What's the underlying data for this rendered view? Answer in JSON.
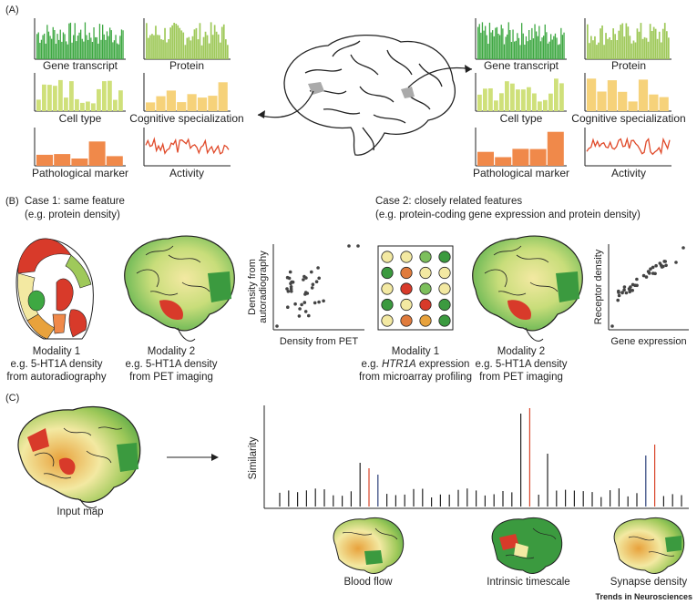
{
  "panels": {
    "a": {
      "label": "(A)",
      "features": [
        "Gene transcript",
        "Protein",
        "Cell type",
        "Cognitive specialization",
        "Pathological marker",
        "Activity"
      ]
    },
    "b": {
      "label": "(B)",
      "case1_title": "Case 1: same feature",
      "case1_sub": "(e.g. protein density)",
      "case2_title": "Case 2: closely related features",
      "case2_sub": "(e.g. protein-coding gene expression and protein density)",
      "case1": {
        "m1_title": "Modality 1",
        "m1_l2": "e.g. 5-HT1A density",
        "m1_l3": "from autoradiography",
        "m2_title": "Modality 2",
        "m2_l2": "e.g. 5-HT1A density",
        "m2_l3": "from PET imaging",
        "scatter_xlabel": "Density from PET",
        "scatter_ylabel_1": "Density from",
        "scatter_ylabel_2": "autoradiography"
      },
      "case2": {
        "m1_title": "Modality 1",
        "m1_l2_pre": "e.g. ",
        "m1_l2_gene": "HTR1A",
        "m1_l2_post": " expression",
        "m1_l3": "from microarray profiling",
        "m2_title": "Modality 2",
        "m2_l2": "e.g. 5-HT1A density",
        "m2_l3": "from PET imaging",
        "scatter_xlabel": "Gene expression",
        "scatter_ylabel": "Receptor density"
      }
    },
    "c": {
      "label": "(C)",
      "input_label": "Input map",
      "ylabel": "Similarity",
      "annotations": [
        "Blood flow",
        "Intrinsic timescale",
        "Synapse density"
      ]
    }
  },
  "microarray_grid": [
    [
      "#f3e9a2",
      "#f3e9a2",
      "#7cbf5c",
      "#3b9a3f"
    ],
    [
      "#3b9a3f",
      "#e07b3c",
      "#f3e9a2",
      "#f3e9a2"
    ],
    [
      "#f3e9a2",
      "#d83a2a",
      "#7cbf5c",
      "#f3e9a2"
    ],
    [
      "#3b9a3f",
      "#f3e9a2",
      "#d83a2a",
      "#3b9a3f"
    ],
    [
      "#f3e9a2",
      "#e07b3c",
      "#e8a23c",
      "#3b9a3f"
    ]
  ],
  "colors": {
    "gene": "#3ea842",
    "protein": "#9fc95a",
    "celltype": "#cfe07a",
    "cognitive": "#f6d27a",
    "pathological": "#f0894a",
    "activity": "#e04a2a",
    "red_stem": "#d8452a",
    "blue_stem": "#2b3f7a",
    "brain_green": "#3b9a3f",
    "brain_yellow": "#f3e9a2",
    "brain_red": "#d83a2a"
  },
  "credit": "Trends in Neurosciences"
}
